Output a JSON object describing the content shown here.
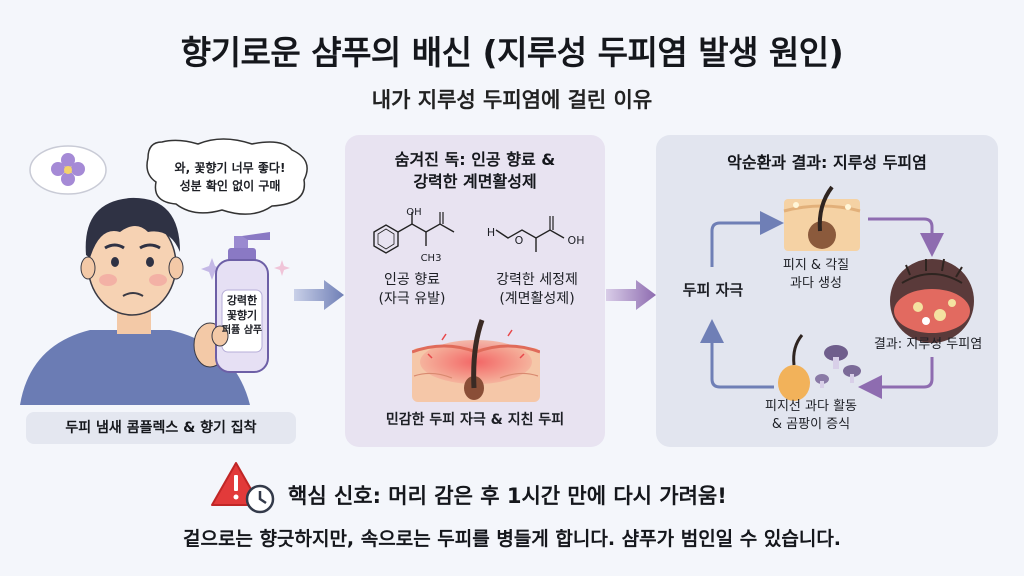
{
  "title": "향기로운 샴푸의 배신 (지루성 두피염 발생 원인)",
  "subtitle": "내가 지루성 두피염에 걸린 이유",
  "left": {
    "thought_line1": "와, 꽃향기 너무 좋다!",
    "thought_line2": "성분 확인 없이 구매",
    "bottle_line1": "강력한",
    "bottle_line2": "꽃향기",
    "bottle_line3": "퍼퓸 샴푸",
    "caption": "두피 냄새 콤플렉스 & 향기 집착"
  },
  "middle": {
    "title_line1": "숨겨진 독: 인공 향료 &",
    "title_line2": "강력한 계면활성제",
    "chem1_line1": "인공 향료",
    "chem1_line2": "(자극 유발)",
    "chem2_line1": "강력한 세정제",
    "chem2_line2": "(계면활성제)",
    "chem1_oh": "OH",
    "chem1_ch3": "CH3",
    "chem2_ho": "H",
    "chem2_o": "O",
    "chem2_oh": "OH",
    "caption": "민감한 두피 자극 & 지친 두피"
  },
  "right": {
    "title": "악순환과 결과: 지루성 두피염",
    "node_irritation": "두피 자극",
    "node_sebum_line1": "피지 & 각질",
    "node_sebum_line2": "과다 생성",
    "node_result": "결과: 지루성 두피염",
    "node_fungus_line1": "피지선 과다 활동",
    "node_fungus_line2": "& 곰팡이 증식"
  },
  "signal": "핵심 신호: 머리 감은 후 1시간 만에 다시 가려움!",
  "bottom": "겉으로는 향긋하지만, 속으로는 두피를 병들게 합니다. 샴푸가 범인일 수 있습니다.",
  "colors": {
    "background": "#f4f6fb",
    "panel_mid": "#e8e3f1",
    "panel_right": "#e2e5ef",
    "arrow_blue": "#6f7fb6",
    "arrow_purple": "#8e6cb0",
    "warning_red": "#e23a3a"
  }
}
